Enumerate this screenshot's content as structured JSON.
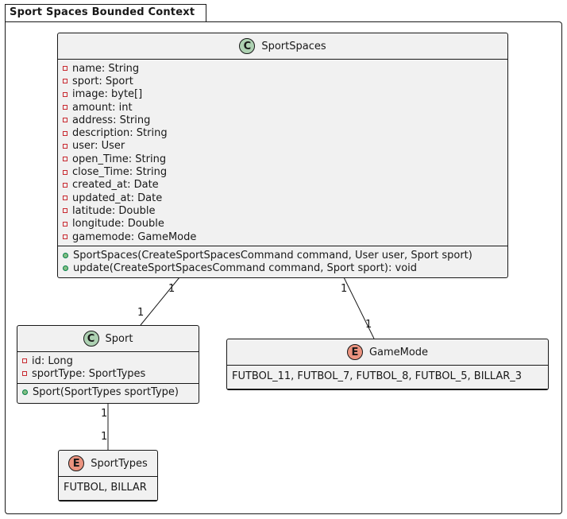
{
  "package": {
    "title": "Sport Spaces Bounded Context"
  },
  "classes": {
    "sportspaces": {
      "name": "SportSpaces",
      "badge": "C",
      "attributes": [
        "name: String",
        "sport: Sport",
        "image: byte[]",
        "amount: int",
        "address: String",
        "description: String",
        "user: User",
        "open_Time: String",
        "close_Time: String",
        "created_at: Date",
        "updated_at: Date",
        "latitude: Double",
        "longitude: Double",
        "gamemode: GameMode"
      ],
      "methods": [
        "SportSpaces(CreateSportSpacesCommand command, User user, Sport sport)",
        "update(CreateSportSpacesCommand command, Sport sport): void"
      ]
    },
    "sport": {
      "name": "Sport",
      "badge": "C",
      "attributes": [
        "id: Long",
        "sportType: SportTypes"
      ],
      "methods": [
        "Sport(SportTypes sportType)"
      ]
    },
    "gamemode": {
      "name": "GameMode",
      "badge": "E",
      "values": "FUTBOL_11, FUTBOL_7, FUTBOL_8, FUTBOL_5, BILLAR_3"
    },
    "sporttypes": {
      "name": "SportTypes",
      "badge": "E",
      "values": "FUTBOL, BILLAR"
    }
  },
  "relations": [
    {
      "from": "SportSpaces",
      "to": "Sport",
      "from_mult": "1",
      "to_mult": "1"
    },
    {
      "from": "SportSpaces",
      "to": "GameMode",
      "from_mult": "1",
      "to_mult": "1"
    },
    {
      "from": "Sport",
      "to": "SportTypes",
      "from_mult": "1",
      "to_mult": "1"
    }
  ]
}
